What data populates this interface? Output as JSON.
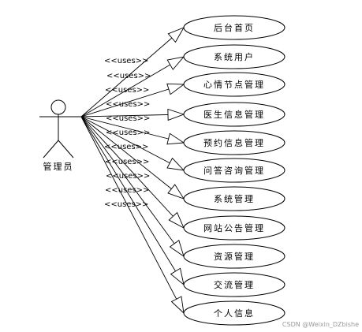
{
  "actor": {
    "label": "管理员"
  },
  "relation_label": "<<uses>>",
  "use_cases": [
    {
      "id": "uc-1",
      "label": "后台首页"
    },
    {
      "id": "uc-2",
      "label": "系统用户"
    },
    {
      "id": "uc-3",
      "label": "心情节点管理"
    },
    {
      "id": "uc-4",
      "label": "医生信息管理"
    },
    {
      "id": "uc-5",
      "label": "预约信息管理"
    },
    {
      "id": "uc-6",
      "label": "问答咨询管理"
    },
    {
      "id": "uc-7",
      "label": "系统管理"
    },
    {
      "id": "uc-8",
      "label": "网站公告管理"
    },
    {
      "id": "uc-9",
      "label": "资源管理"
    },
    {
      "id": "uc-10",
      "label": "交流管理"
    },
    {
      "id": "uc-11",
      "label": "个人信息"
    }
  ],
  "watermark": "CSDN @Weixin_DZbishe"
}
